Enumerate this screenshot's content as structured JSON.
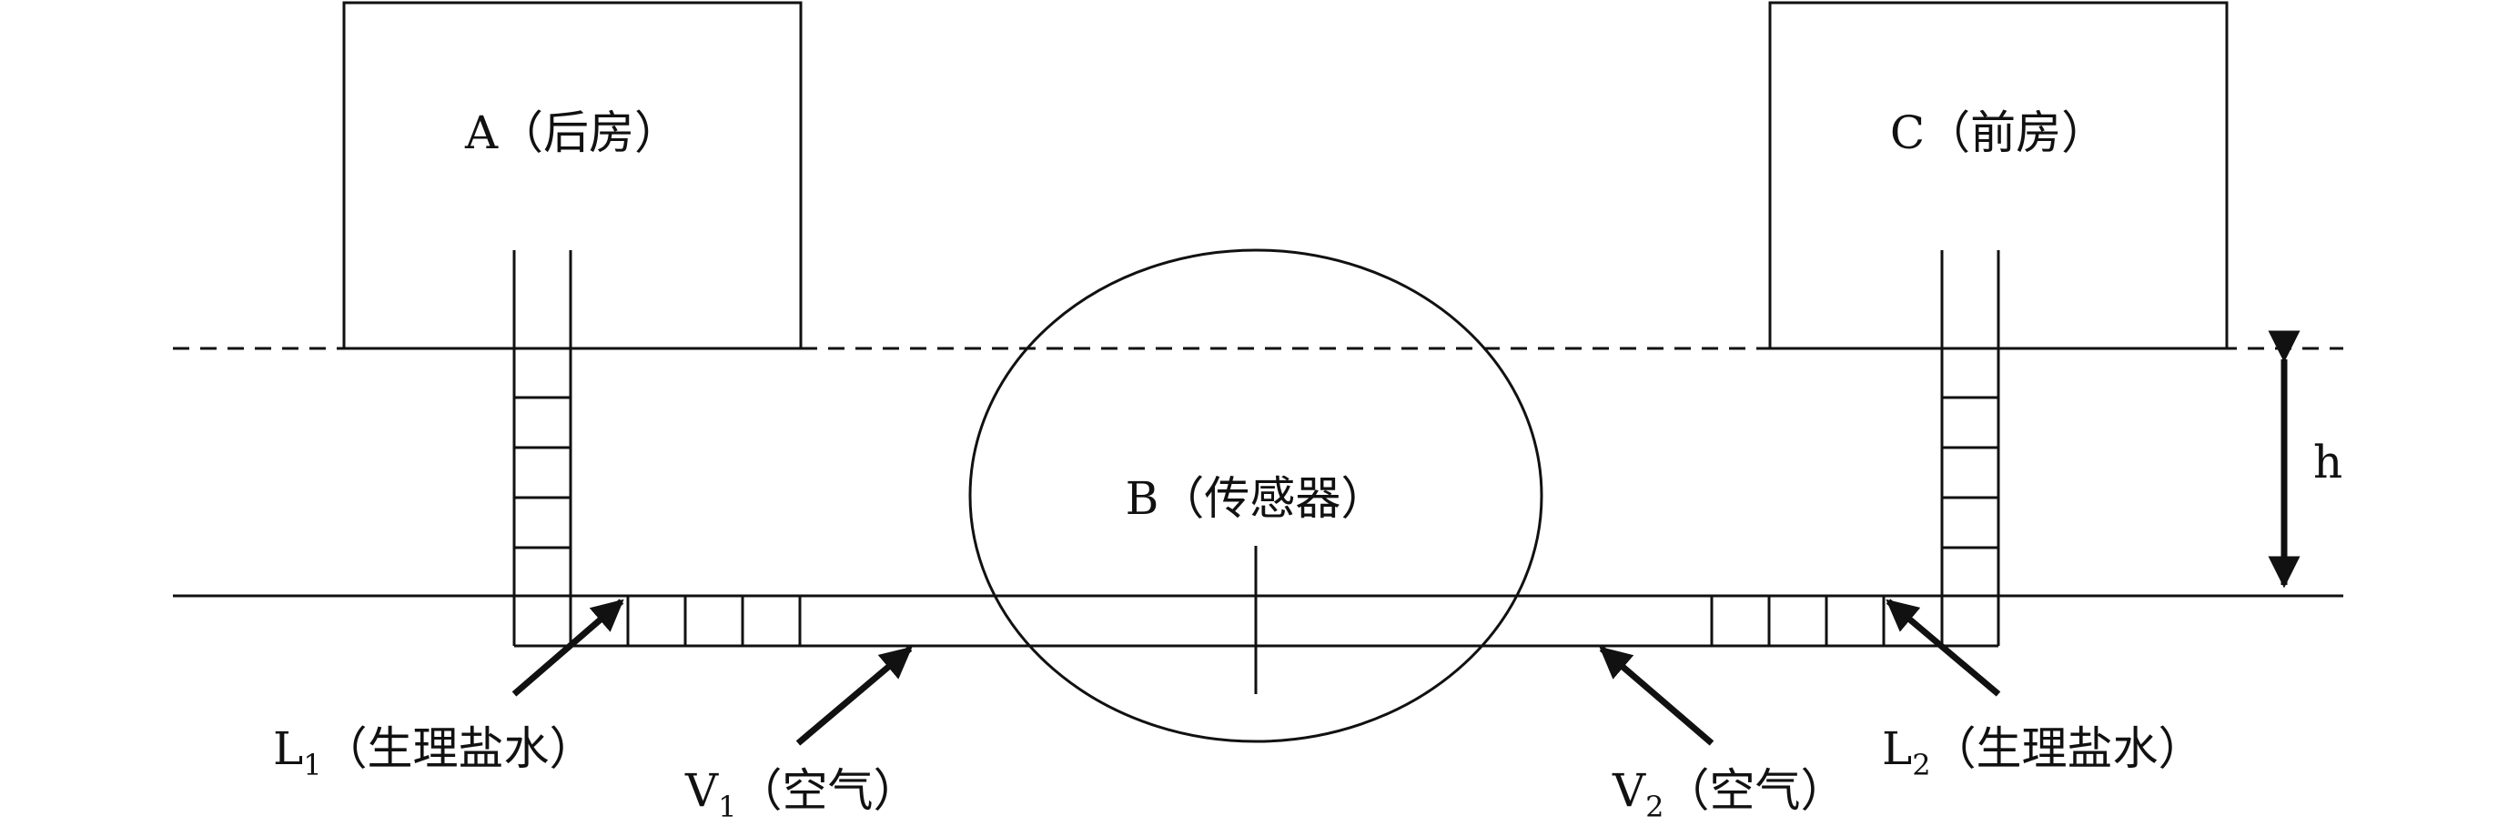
{
  "labels": {
    "chamber_a": "A（后房）",
    "chamber_c": "C（前房）",
    "sensor_b": "B（传感器）",
    "height": "h",
    "l1": {
      "main": "L",
      "sub": "1",
      "rest": "（生理盐水）"
    },
    "v1": {
      "main": "V",
      "sub": "1",
      "rest": "（空气）"
    },
    "v2": {
      "main": "V",
      "sub": "2",
      "rest": "（空气）"
    },
    "l2": {
      "main": "L",
      "sub": "2",
      "rest": "（生理盐水）"
    }
  },
  "colors": {
    "stroke": "#111111",
    "background": "#ffffff"
  }
}
